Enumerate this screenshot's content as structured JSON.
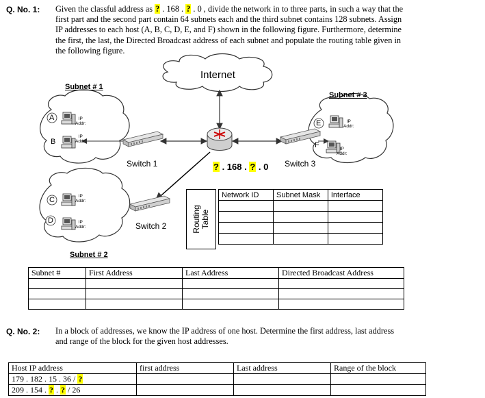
{
  "q1": {
    "label": "Q. No. 1:",
    "line1_pre": "Given the classful address as ",
    "q_mark": "?",
    "line1_mid1": " . 168 . ",
    "line1_mid2": " . 0 , divide the network in to three parts, in such a way that the",
    "line2": "first part and the second part contain 64 subnets each and the third subnet contains 128 subnets. Assign",
    "line3": "IP addresses to each host (A, B, C, D, E, and F) shown in the following figure. Furthermore, determine",
    "line4": "the first, the last, the Directed Broadcast address of each subnet and populate the routing table given in",
    "line5": "the following figure."
  },
  "diagram": {
    "internet_label": "Internet",
    "subnet1": "Subnet # 1",
    "subnet2": "Subnet # 2",
    "subnet3": "Subnet # 3",
    "switch1": "Switch 1",
    "switch2": "Switch 2",
    "switch3": "Switch 3",
    "router_address_mid": " . 168 . ",
    "router_address_end": " . 0",
    "host_a": "A",
    "host_b": "B",
    "host_c": "C",
    "host_d": "D",
    "host_e": "E",
    "host_f": "F",
    "ip": "IP",
    "addr": "Addr:"
  },
  "routing_table": {
    "side_label_1": "Routing",
    "side_label_2": "Table",
    "headers": [
      "Network ID",
      "Subnet Mask",
      "Interface"
    ]
  },
  "subnet_table": {
    "headers": [
      "Subnet #",
      "First Address",
      "Last Address",
      "Directed Broadcast Address"
    ]
  },
  "q2": {
    "label": "Q. No. 2:",
    "line1": "In a block of addresses, we know the IP address of one host. Determine the first address, last address",
    "line2": "and range of the block for the given host addresses."
  },
  "host_table": {
    "headers": [
      "Host IP address",
      "first address",
      "Last address",
      "Range of the block"
    ],
    "row1_pre": "179 . 182 . 15 . 36 / ",
    "row2_pre": "209 . 154 . ",
    "row2_dot": " . ",
    "row2_post": " / 26"
  }
}
